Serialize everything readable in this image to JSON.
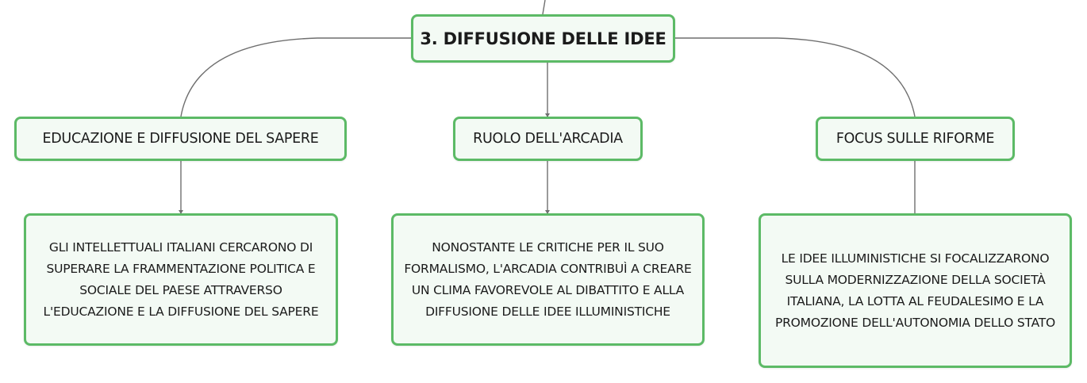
{
  "map": {
    "root": {
      "label": "3. DIFFUSIONE DELLE IDEE"
    },
    "topics": [
      {
        "label": "EDUCAZIONE E DIFFUSIONE DEL SAPERE",
        "detail": "GLI INTELLETTUALI ITALIANI CERCARONO DI SUPERARE LA FRAMMENTAZIONE POLITICA E SOCIALE DEL PAESE ATTRAVERSO L'EDUCAZIONE E LA DIFFUSIONE DEL SAPERE"
      },
      {
        "label": "RUOLO DELL'ARCADIA",
        "detail": "NONOSTANTE LE CRITICHE PER IL SUO FORMALISMO, L'ARCADIA CONTRIBUÌ A CREARE UN CLIMA FAVOREVOLE AL DIBATTITO E ALLA DIFFUSIONE DELLE IDEE ILLUMINISTICHE"
      },
      {
        "label": "FOCUS SULLE RIFORME",
        "detail": "LE IDEE ILLUMINISTICHE SI FOCALIZZARONO SULLA MODERNIZZAZIONE DELLA SOCIETÀ ITALIANA, LA LOTTA AL FEUDALESIMO E LA PROMOZIONE DELL'AUTONOMIA DELLO STATO"
      }
    ]
  },
  "colors": {
    "node_border": "#5cba66",
    "node_fill": "#f3faf4",
    "connector": "#6f6f6f",
    "text": "#1b1b1b"
  }
}
